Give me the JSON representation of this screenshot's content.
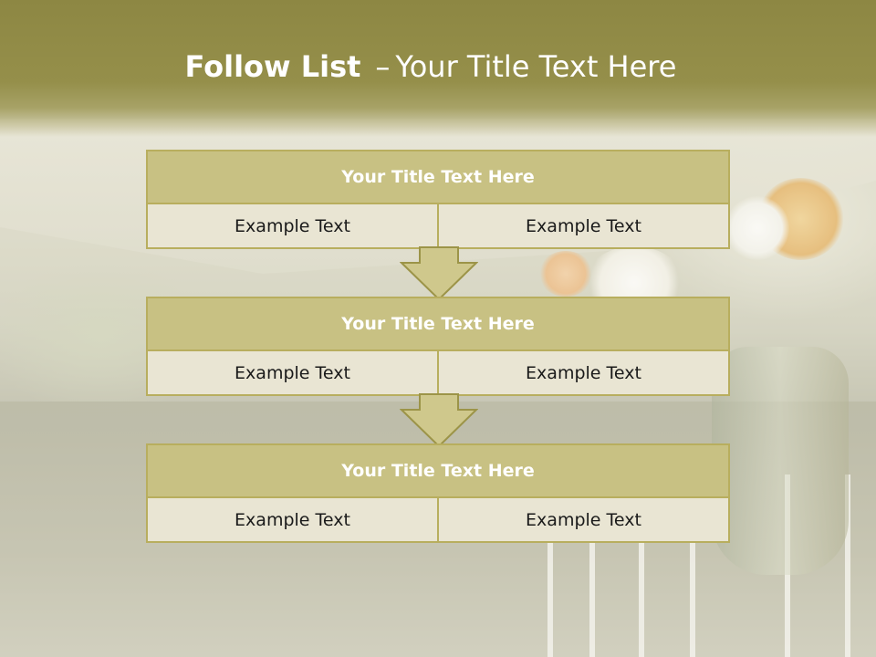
{
  "header": {
    "title_bold": "Follow List",
    "title_separator": "–",
    "title_rest": "Your Title Text Here"
  },
  "blocks": [
    {
      "title": "Your Title Text Here",
      "cells": [
        "Example Text",
        "Example Text"
      ]
    },
    {
      "title": "Your Title Text Here",
      "cells": [
        "Example Text",
        "Example Text"
      ]
    },
    {
      "title": "Your Title Text Here",
      "cells": [
        "Example Text",
        "Example Text"
      ]
    }
  ],
  "colors": {
    "header_band": "#958f4a",
    "block_header": "#c8c183",
    "block_cell": "#e9e5d3",
    "border": "#b8ae5e",
    "arrow_fill": "#cfc88c"
  },
  "icons": {
    "connector": "down-arrow-icon"
  }
}
